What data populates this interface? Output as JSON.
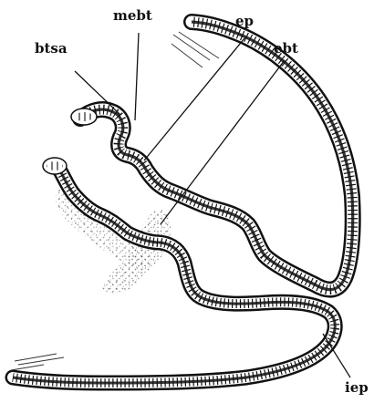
{
  "figure": {
    "labels": {
      "btsa": "btsa",
      "mebt": "mebt",
      "ep": "ep",
      "ebt": "ebt",
      "iep": "iep"
    },
    "colors": {
      "ink": "#111111",
      "epithelium_fill": "#ffffff",
      "stipple": "#555555",
      "background": "#ffffff"
    }
  }
}
